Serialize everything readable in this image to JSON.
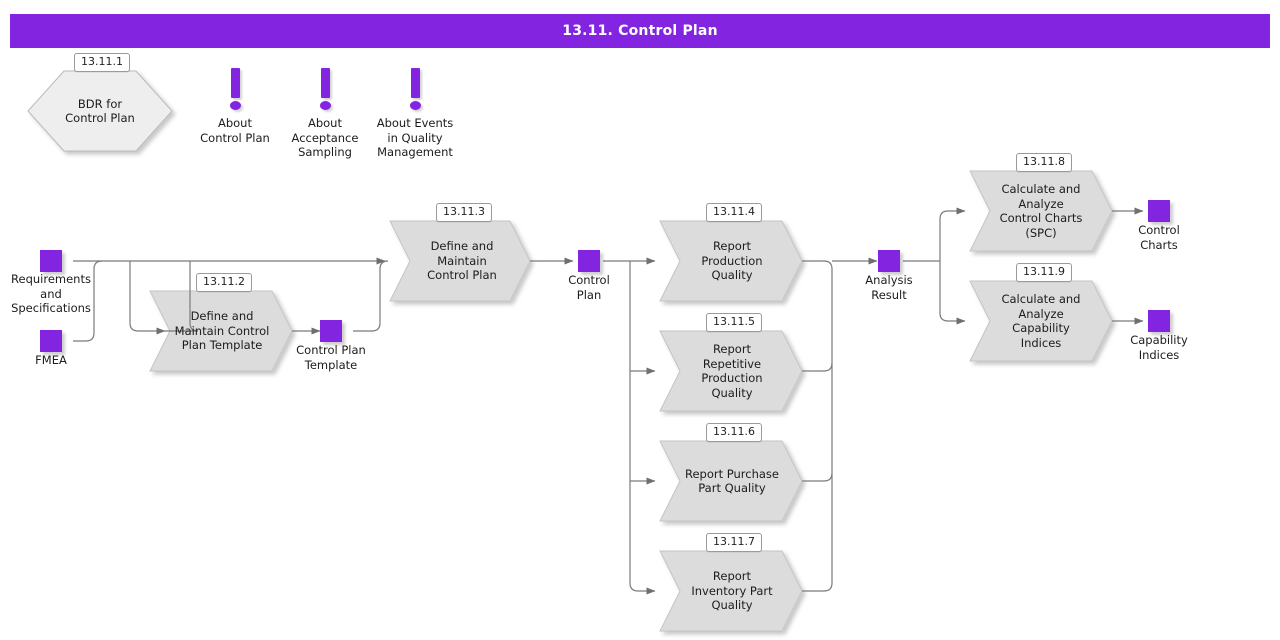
{
  "header": {
    "title": "13.11. Control Plan",
    "bar_color": "#8324E0"
  },
  "palette": {
    "accent": "#8324E0",
    "shape_fill": "#DCDCDC",
    "hex_fill": "#EEEEEE",
    "line": "#7a7a7a"
  },
  "hexagons": [
    {
      "id": "13.11.1",
      "label": "BDR for\nControl Plan"
    }
  ],
  "info_marks": [
    {
      "icon": "exclamation-icon",
      "label": "About\nControl Plan"
    },
    {
      "icon": "exclamation-icon",
      "label": "About\nAcceptance\nSampling"
    },
    {
      "icon": "exclamation-icon",
      "label": "About Events\nin Quality\nManagement"
    }
  ],
  "processes": [
    {
      "id": "13.11.2",
      "label": "Define and\nMaintain Control\nPlan Template"
    },
    {
      "id": "13.11.3",
      "label": "Define and\nMaintain\nControl Plan"
    },
    {
      "id": "13.11.4",
      "label": "Report\nProduction\nQuality"
    },
    {
      "id": "13.11.5",
      "label": "Report\nRepetitive\nProduction\nQuality"
    },
    {
      "id": "13.11.6",
      "label": "Report Purchase\nPart Quality"
    },
    {
      "id": "13.11.7",
      "label": "Report\nInventory Part\nQuality"
    },
    {
      "id": "13.11.8",
      "label": "Calculate and\nAnalyze\nControl Charts\n(SPC)"
    },
    {
      "id": "13.11.9",
      "label": "Calculate and\nAnalyze\nCapability\nIndices"
    }
  ],
  "data_objects": [
    {
      "label": "Requirements\nand\nSpecifications"
    },
    {
      "label": "FMEA"
    },
    {
      "label": "Control Plan\nTemplate"
    },
    {
      "label": "Control\nPlan"
    },
    {
      "label": "Analysis\nResult"
    },
    {
      "label": "Control\nCharts"
    },
    {
      "label": "Capability\nIndices"
    }
  ]
}
